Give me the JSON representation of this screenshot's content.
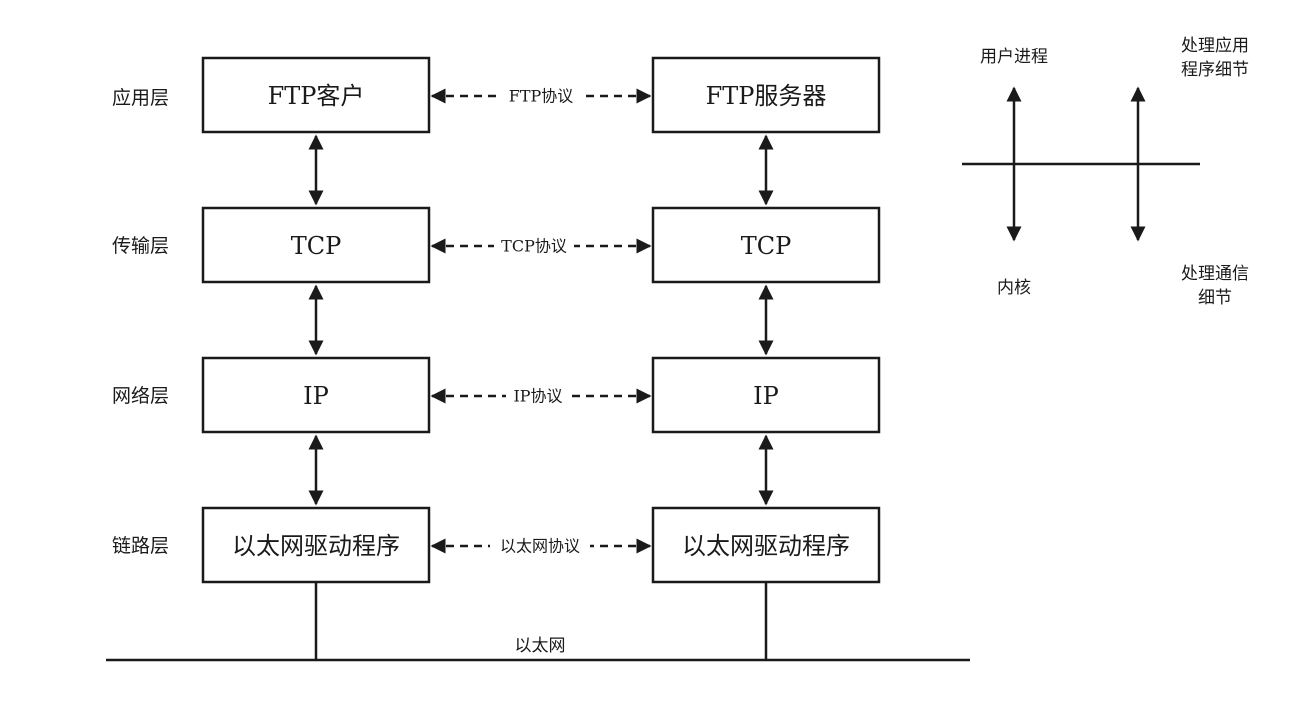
{
  "layers": [
    {
      "label": "应用层",
      "left_box": "FTP客户",
      "right_box": "FTP服务器",
      "protocol": "FTP协议"
    },
    {
      "label": "传输层",
      "left_box": "TCP",
      "right_box": "TCP",
      "protocol": "TCP协议"
    },
    {
      "label": "网络层",
      "left_box": "IP",
      "right_box": "IP",
      "protocol": "IP协议"
    },
    {
      "label": "链路层",
      "left_box": "以太网驱动程序",
      "right_box": "以太网驱动程序",
      "protocol": "以太网协议"
    }
  ],
  "network_label": "以太网",
  "legend": {
    "top_left": "用户进程",
    "top_right_line1": "处理应用",
    "top_right_line2": "程序细节",
    "bottom_left": "内核",
    "bottom_right_line1": "处理通信",
    "bottom_right_line2": "细节"
  }
}
